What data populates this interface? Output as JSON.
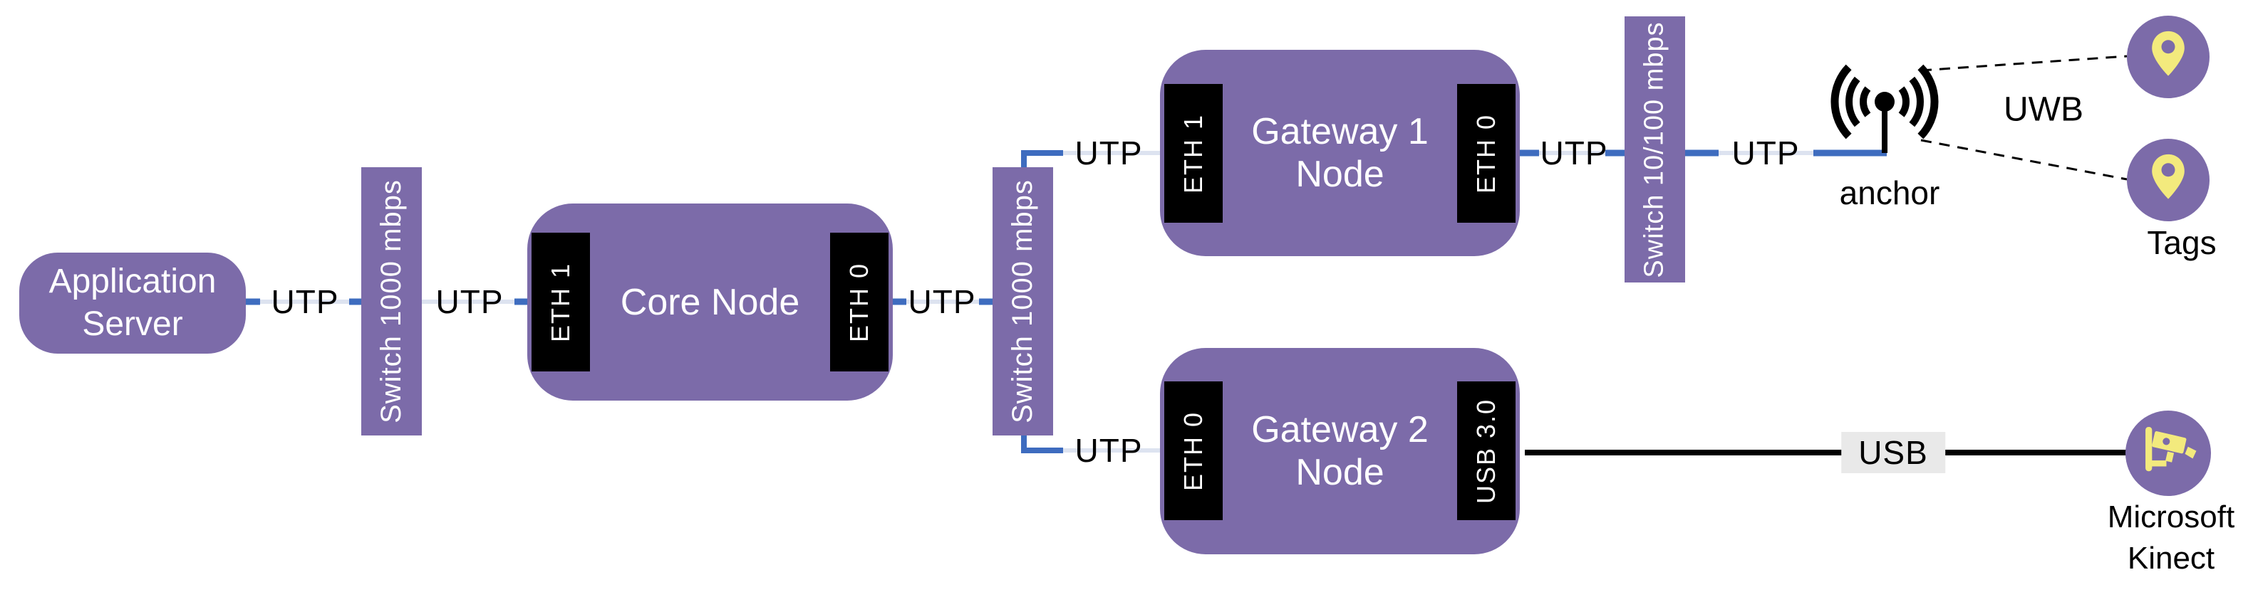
{
  "diagram": {
    "description": "Network architecture diagram",
    "colors": {
      "node_purple": "#7C6BA9",
      "port_black": "#000000",
      "link_blue": "#3E6CBF",
      "link_pale": "#DDE3F0",
      "usb_black": "#000000",
      "usb_label_band": "#E9E9E9",
      "icon_yellow": "#F3EA7D",
      "node_text": "#FFFFFF",
      "label_text": "#000000"
    }
  },
  "nodes": {
    "application_server": {
      "lines": [
        "Application",
        "Server"
      ]
    },
    "switch_left": {
      "label": "Switch 1000 mbps"
    },
    "core_node": {
      "title": "Core Node",
      "ports": {
        "left": "ETH 1",
        "right": "ETH 0"
      }
    },
    "switch_mid": {
      "label": "Switch 1000 mbps"
    },
    "gateway1": {
      "lines": [
        "Gateway 1",
        "Node"
      ],
      "ports": {
        "left": "ETH 1",
        "right": "ETH 0"
      }
    },
    "gateway2": {
      "lines": [
        "Gateway 2",
        "Node"
      ],
      "ports": {
        "left": "ETH 0",
        "right": "USB 3.0"
      }
    },
    "switch_right": {
      "label": "Switch 10/100 mbps"
    },
    "anchor": {
      "label": "anchor"
    },
    "uwb": {
      "label": "UWB"
    },
    "tags": {
      "label": "Tags"
    },
    "kinect": {
      "lines": [
        "Microsoft",
        "Kinect"
      ]
    }
  },
  "links": {
    "utp1": "UTP",
    "utp2": "UTP",
    "utp3": "UTP",
    "utp4": "UTP",
    "utp5": "UTP",
    "utp6": "UTP",
    "utp7": "UTP",
    "usb": "USB"
  }
}
